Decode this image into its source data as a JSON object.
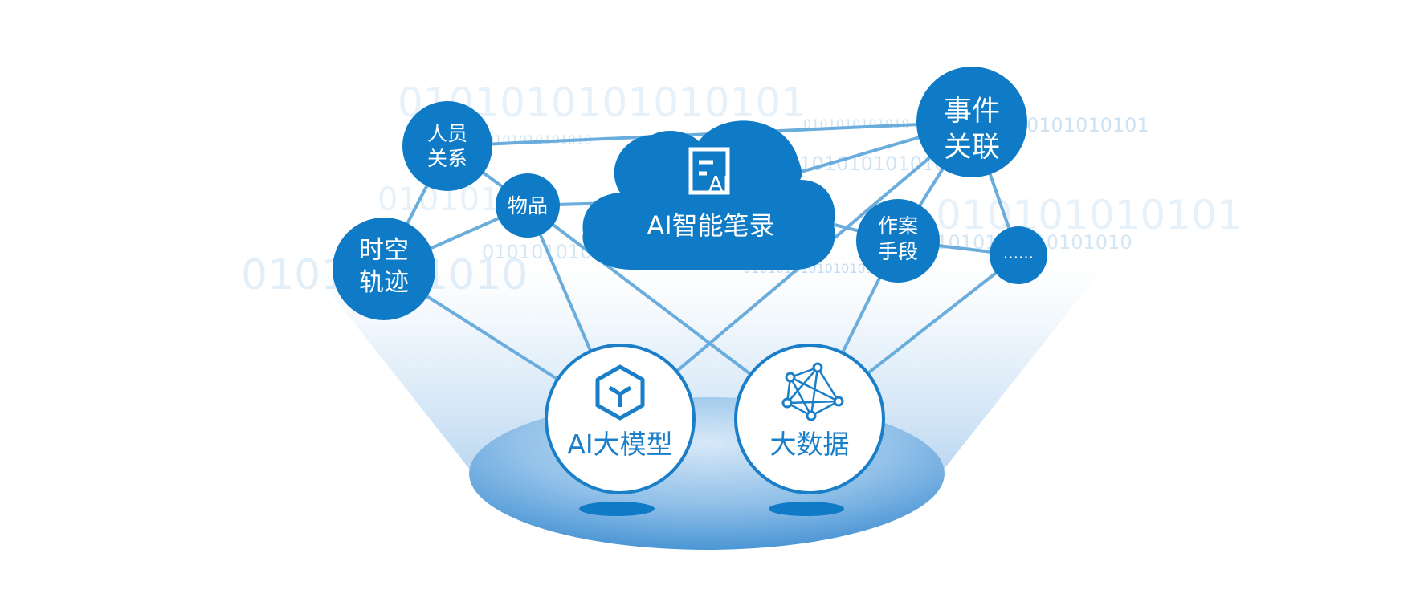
{
  "diagram": {
    "cloud": {
      "label": "AI智能笔录"
    },
    "nodes": {
      "renyuan": {
        "line1": "人员",
        "line2": "关系"
      },
      "wupin": {
        "label": "物品"
      },
      "shikong": {
        "line1": "时空",
        "line2": "轨迹"
      },
      "shijian": {
        "line1": "事件",
        "line2": "关联"
      },
      "zuoan": {
        "line1": "作案",
        "line2": "手段"
      },
      "more": {
        "label": "......"
      }
    },
    "bases": {
      "ai_model": {
        "label": "AI大模型",
        "icon": "cube-icon"
      },
      "big_data": {
        "label": "大数据",
        "icon": "network-icon"
      }
    },
    "binary_text": {
      "top": "0101010101010101",
      "right_top": "0101010101",
      "right_mid": "01010101010101",
      "right_far": "010101010101",
      "right_low": "01010101010101010",
      "left_mid": "010101",
      "left_low": "0101",
      "left_low2": "1010",
      "center_mid": "01010101010",
      "center_small": "0101010101010",
      "cloud_right": "0101010101010",
      "under_cloud": "010101010101010101"
    },
    "colors": {
      "node_fill": "#0f7bc6",
      "line": "#6aaddc",
      "platform_light": "#cfe3f5",
      "platform_dark": "#4f9ad6",
      "label_blue": "#1a7ec8"
    }
  }
}
